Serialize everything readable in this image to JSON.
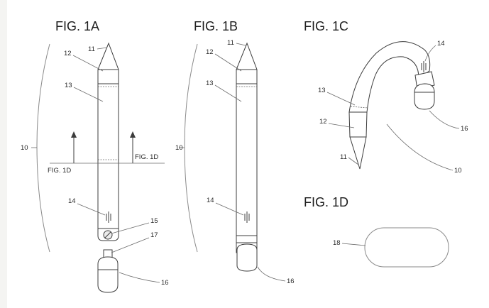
{
  "figures": {
    "fig_1a": "FIG. 1A",
    "fig_1b": "FIG. 1B",
    "fig_1c": "FIG. 1C",
    "fig_1d": "FIG. 1D"
  },
  "refs": {
    "r10": "10",
    "r11": "11",
    "r12": "12",
    "r13": "13",
    "r14": "14",
    "r15": "15",
    "r16": "16",
    "r17": "17",
    "r18": "18"
  },
  "section_label": "FIG. 1D"
}
